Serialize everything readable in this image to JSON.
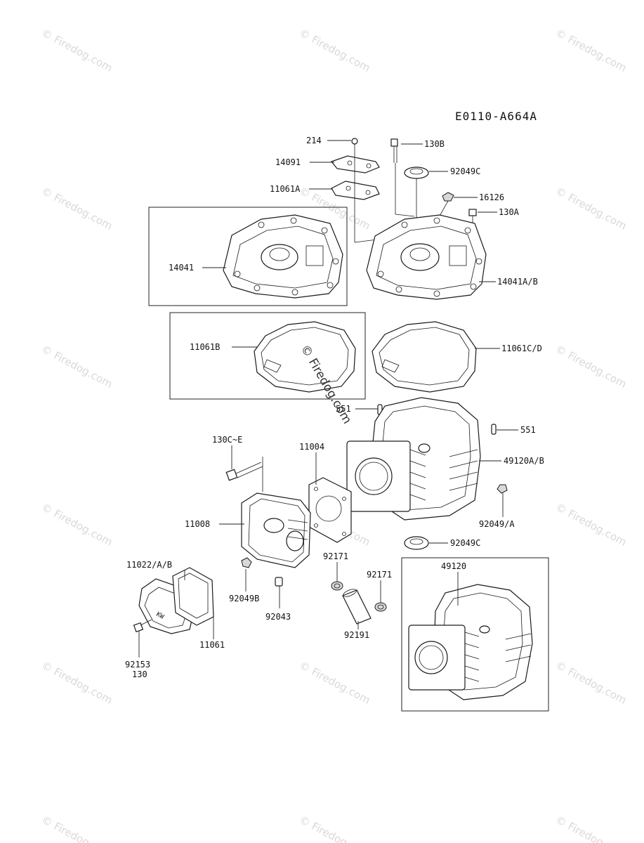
{
  "diagram": {
    "reference_code": "E0110-A664A",
    "watermark_text": "© Firedog.com",
    "part_labels": {
      "p214": "214",
      "p130B": "130B",
      "p14091": "14091",
      "p92049C_top": "92049C",
      "p11061A": "11061A",
      "p16126": "16126",
      "p130A": "130A",
      "p14041": "14041",
      "p14041AB": "14041A/B",
      "p11061B": "11061B",
      "p11061CD": "11061C/D",
      "p551_left": "551",
      "p551_right": "551",
      "p130CE": "130C~E",
      "p11004": "11004",
      "p49120AB": "49120A/B",
      "p11008": "11008",
      "p92049A": "92049/A",
      "p11022AB": "11022/A/B",
      "p92171_a": "92171",
      "p92049C_bottom": "92049C",
      "p49120": "49120",
      "p92171_b": "92171",
      "p92049B": "92049B",
      "p92043": "92043",
      "p92191": "92191",
      "p11061": "11061",
      "p92153": "92153",
      "p130": "130"
    }
  }
}
